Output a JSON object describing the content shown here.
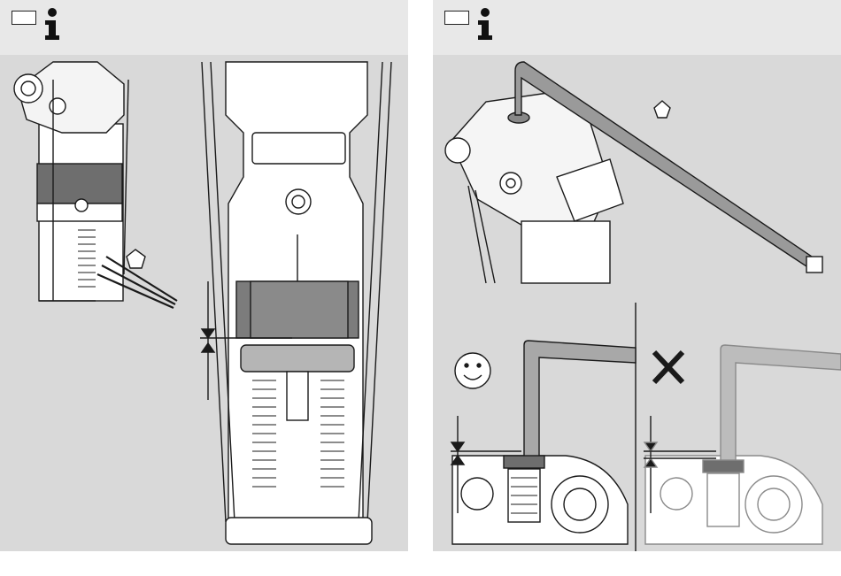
{
  "panels": [
    {
      "id": "left",
      "icons": [
        "step-box",
        "info-icon"
      ],
      "callout": "hex-key-callout"
    },
    {
      "id": "right",
      "icons": [
        "step-box",
        "info-icon"
      ],
      "callout": "hex-key-callout",
      "insets": [
        {
          "name": "correct",
          "symbol": "smiley-icon"
        },
        {
          "name": "incorrect",
          "symbol": "cross-icon"
        }
      ]
    }
  ],
  "colors": {
    "background": "#d9d9d9",
    "header": "#e8e8e8",
    "line": "#1a1a1a",
    "part_light": "#ffffff",
    "part_dark": "#7a7a7a",
    "part_mid": "#b5b5b5"
  }
}
